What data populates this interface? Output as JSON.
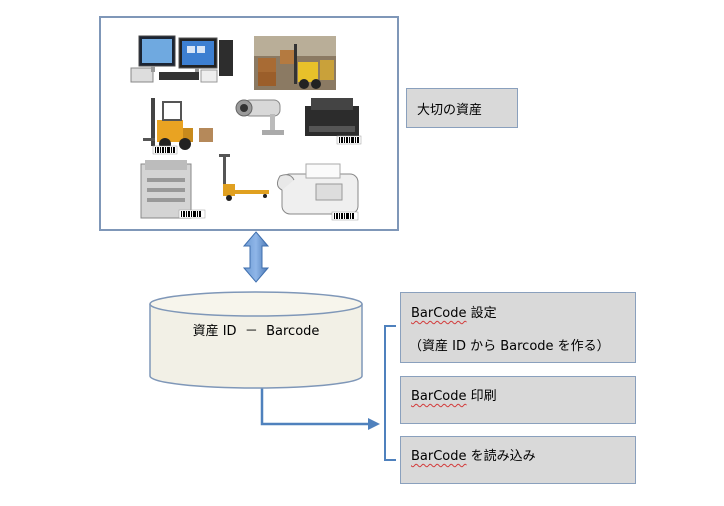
{
  "assets_label": "大切の資産",
  "database_label": "資産 ID  －  Barcode",
  "actions": [
    {
      "brand": "BarCode",
      "title": " 設定",
      "subtitle": "（資産 ID から Barcode を作る）"
    },
    {
      "brand": "BarCode",
      "title": " 印刷"
    },
    {
      "brand": "BarCode",
      "title": " を読み込み"
    }
  ],
  "asset_icons": [
    "desktop-computers-icon",
    "warehouse-forklift-icon",
    "forklift-icon",
    "security-camera-icon",
    "printer-icon",
    "copier-icon",
    "pallet-jack-icon",
    "fax-machine-icon"
  ],
  "colors": {
    "arrow_blue": "#4f81bd",
    "box_gray": "#d9d9d9",
    "frame_border": "#7f97b8"
  }
}
